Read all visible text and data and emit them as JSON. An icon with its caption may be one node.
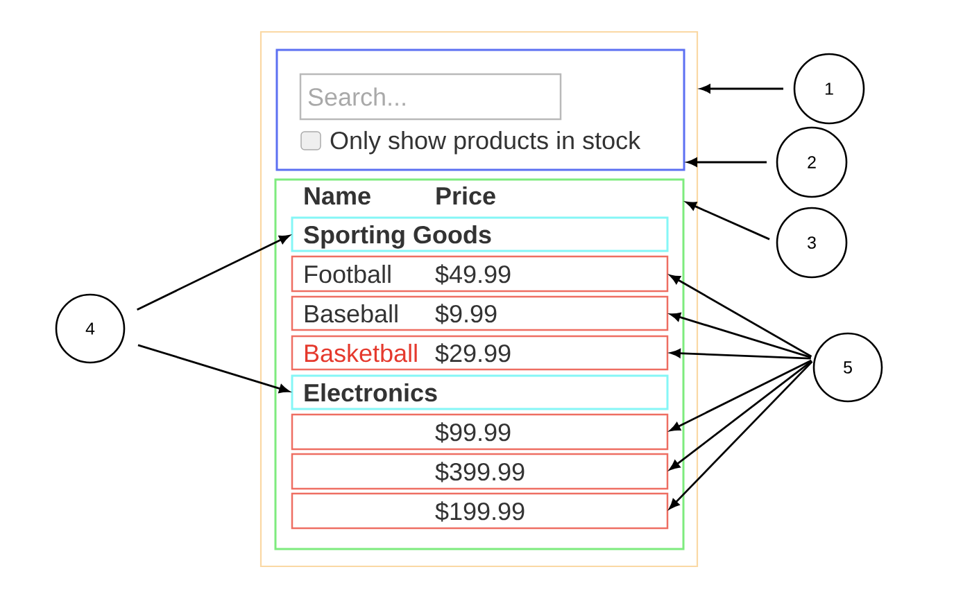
{
  "diagram": {
    "nodes": [
      {
        "text": [],
        "shape": "box"
      },
      {
        "text": [
          "Search...",
          "Only show products in stock"
        ],
        "in": 0
      },
      {
        "text": [
          "Name",
          "Price"
        ],
        "in": 0
      },
      {
        "text": [
          "Sporting Goods"
        ],
        "in": 2
      },
      {
        "text": [
          "Football",
          "$49.99"
        ],
        "in": 2
      },
      {
        "text": [
          "Baseball",
          "$9.99"
        ],
        "in": 2
      },
      {
        "text": [
          "Basketball",
          "$29.99"
        ],
        "in": 2
      },
      {
        "text": [
          "Electronics"
        ],
        "in": 2
      },
      {
        "text": [
          "$99.99"
        ],
        "in": 2
      },
      {
        "text": [
          "$399.99"
        ],
        "in": 2
      },
      {
        "text": [
          "$199.99"
        ],
        "in": 2
      },
      {
        "text": [
          "1"
        ]
      },
      {
        "text": [
          "2"
        ]
      },
      {
        "text": [
          "3"
        ]
      },
      {
        "text": [
          "4"
        ]
      },
      {
        "text": [
          "5"
        ]
      }
    ],
    "edges": [
      {
        "from": 11,
        "to": 0,
        "arrow": "to"
      },
      {
        "from": 12,
        "to": 1,
        "arrow": "to"
      },
      {
        "from": 13,
        "to": 2,
        "arrow": "to"
      },
      {
        "from": 14,
        "to": 3,
        "arrow": "to"
      },
      {
        "from": 14,
        "to": 7,
        "arrow": "to"
      },
      {
        "from": 15,
        "to": 4,
        "arrow": "to"
      },
      {
        "from": 15,
        "to": 5,
        "arrow": "to"
      },
      {
        "from": 15,
        "to": 6,
        "arrow": "to"
      },
      {
        "from": 15,
        "to": 8,
        "arrow": "to"
      },
      {
        "from": 15,
        "to": 9,
        "arrow": "to"
      },
      {
        "from": 15,
        "to": 10,
        "arrow": "to"
      }
    ]
  }
}
